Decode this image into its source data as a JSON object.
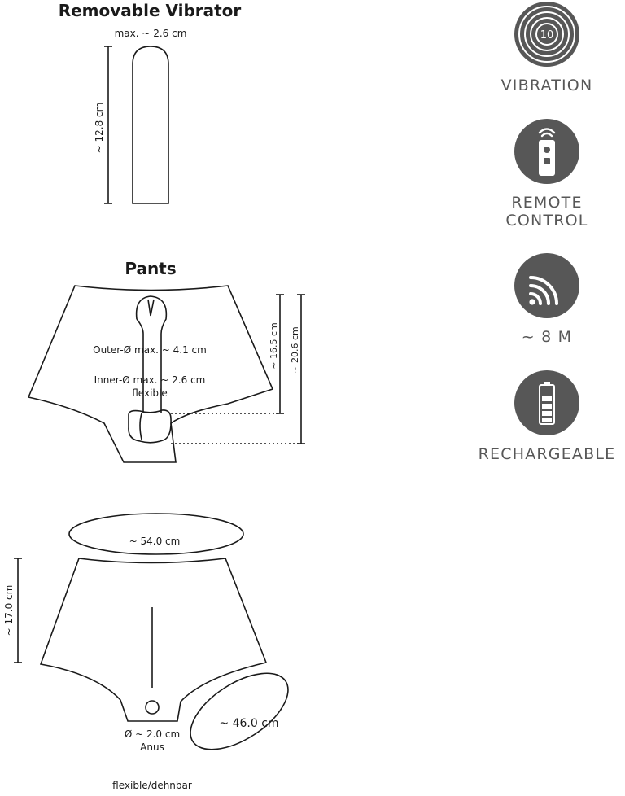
{
  "vibrator": {
    "title": "Removable Vibrator",
    "width_label": "max. ~ 2.6 cm",
    "length_label": "~ 12.8 cm"
  },
  "pants": {
    "title": "Pants",
    "outer_label": "Outer-Ø max. ~ 4.1 cm",
    "inner_label": "Inner-Ø max. ~ 2.6 cm",
    "flexible_label": "flexible",
    "height1_label": "~ 16.5 cm",
    "height2_label": "~ 20.6 cm"
  },
  "back": {
    "waist_label": "~ 54.0 cm",
    "height_label": "~ 17.0 cm",
    "leg_label": "~ 46.0 cm",
    "anus_diameter_label": "Ø ~ 2.0 cm",
    "anus_label": "Anus",
    "flexible_label": "flexible/dehnbar"
  },
  "features": [
    {
      "icon": "vibration-icon",
      "badge": "10",
      "label": "VIBRATION"
    },
    {
      "icon": "remote-control-icon",
      "label": "REMOTE\nCONTROL"
    },
    {
      "icon": "wireless-signal-icon",
      "label": "~ 8 M"
    },
    {
      "icon": "battery-icon",
      "label": "RECHARGEABLE"
    }
  ],
  "colors": {
    "icon_background": "#575757",
    "line": "#1a1a1a",
    "feature_text": "#575757"
  }
}
